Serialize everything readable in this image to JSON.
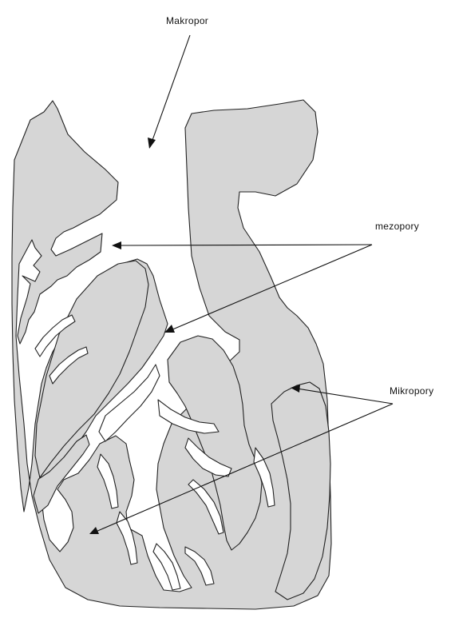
{
  "labels": {
    "macropore": "Makropor",
    "mesopores": "mezopory",
    "micropores": "Mikropory"
  },
  "colors": {
    "solid_fill": "#d6d6d6",
    "outline": "#222222",
    "background": "#ffffff"
  }
}
